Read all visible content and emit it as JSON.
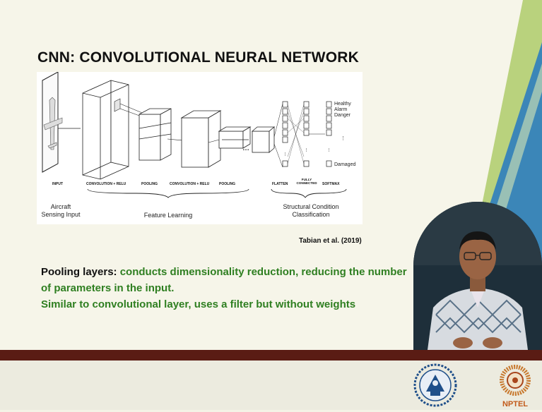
{
  "slide": {
    "title": "CNN: CONVOLUTIONAL NEURAL NETWORK",
    "diagram": {
      "layer_labels": {
        "input": "INPUT",
        "conv1": "CONVOLUTION + RELU",
        "pool1": "POOLING",
        "conv2": "CONVOLUTION + RELU",
        "pool2": "POOLING",
        "flatten": "FLATTEN",
        "fc": "FULLY CONNECTED",
        "softmax": "SOFTMAX"
      },
      "classes": [
        "Healthy",
        "Alarm",
        "Danger",
        "Damaged"
      ],
      "captions": {
        "input": "Aircraft Sensing Input",
        "features": "Feature Learning",
        "classification": "Structural Condition Classification"
      }
    },
    "citation": "Tabian et al. (2019)",
    "text": {
      "pooling_term": "Pooling layers:",
      "pooling_desc": "conducts dimensionality reduction, reducing the number of parameters in the input.",
      "similarity": "Similar to convolutional layer, uses a filter but without weights"
    }
  },
  "footer": {
    "logo_text": "NPTEL"
  },
  "colors": {
    "background": "#f6f5e9",
    "accent_green": "#2f7f21",
    "bar": "#5a1c14",
    "deco_blue": "#3b86b8",
    "deco_green": "#a9c96a"
  }
}
